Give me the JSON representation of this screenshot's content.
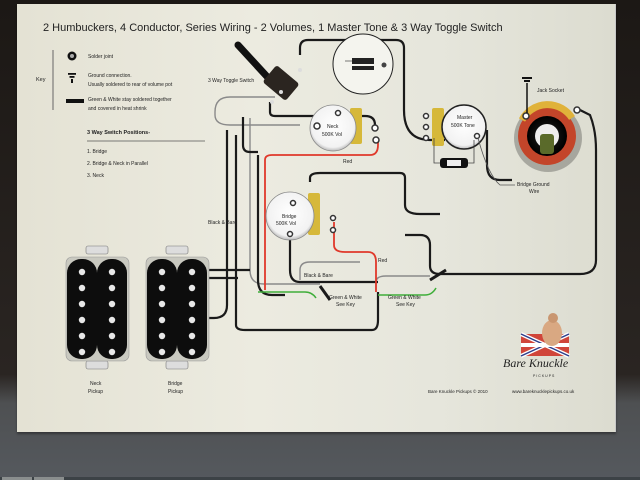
{
  "title": "2 Humbuckers, 4 Conductor, Series Wiring - 2 Volumes, 1 Master Tone & 3 Way Toggle Switch",
  "key": {
    "label": "Key",
    "items": [
      {
        "icon": "solder-joint-icon",
        "text": "Solder joint"
      },
      {
        "icon": "ground-icon",
        "text_line1": "Ground connection.",
        "text_line2": "Usually soldered to rear of volume pot"
      },
      {
        "icon": "heat-shrink-icon",
        "text_line1": "Green & White stay soldered together",
        "text_line2": "and covered in heat shrink"
      }
    ]
  },
  "switch_positions": {
    "heading": "3 Way Switch Positions-",
    "items": [
      "1. Bridge",
      "2. Bridge & Neck in Parallel",
      "3. Neck"
    ]
  },
  "labels": {
    "toggle_switch": "3 Way Toggle Switch",
    "neck_pot_line1": "Neck",
    "neck_pot_line2": "500K Vol",
    "bridge_pot_line1": "Bridge",
    "bridge_pot_line2": "500K Vol",
    "tone_pot_line1": "Master",
    "tone_pot_line2": "500K Tone",
    "jack": "Jack Socket",
    "bridge_ground_line1": "Bridge Ground",
    "bridge_ground_line2": "Wire",
    "red_1": "Red",
    "red_2": "Red",
    "black_bare_1": "Black & Bare",
    "black_bare_2": "Black & Bare",
    "gw1_line1": "Green & White",
    "gw1_line2": "See Key",
    "gw2_line1": "Green & White",
    "gw2_line2": "See Key",
    "neck_pickup_line1": "Neck",
    "neck_pickup_line2": "Pickup",
    "bridge_pickup_line1": "Bridge",
    "bridge_pickup_line2": "Pickup"
  },
  "brand": {
    "name": "Bare Knuckle",
    "sub": "PICKUPS",
    "copyright": "Bare Knuckle Pickups © 2010",
    "url": "www.bareknucklepickups.co.uk"
  },
  "colors": {
    "wire_black": "#1a1a1a",
    "wire_red": "#e0392b",
    "wire_green": "#3fae3a",
    "wire_grey": "#8a8a8a",
    "pot_lug": "#d6b83a"
  }
}
